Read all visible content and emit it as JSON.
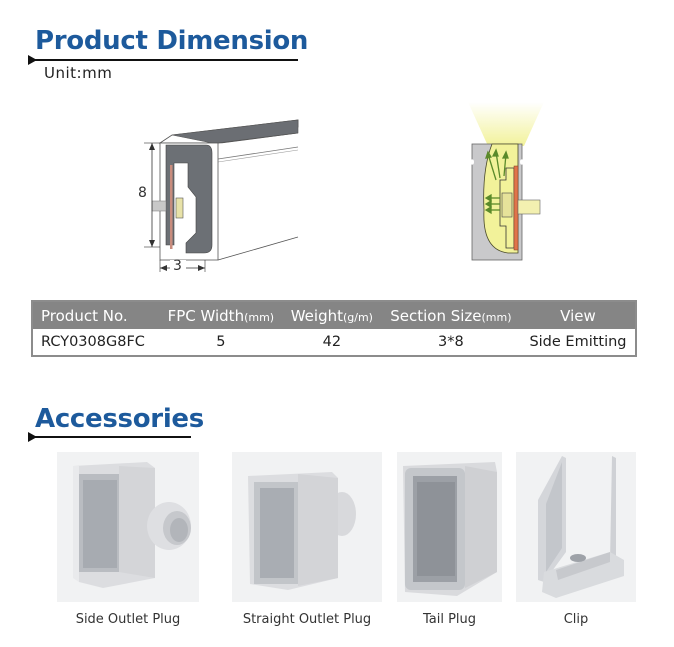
{
  "product_dimension": {
    "title": "Product Dimension",
    "unit": "Unit:mm",
    "dimension_height": "8",
    "dimension_width": "3"
  },
  "spec_table": {
    "headers": [
      {
        "label": "Product No.",
        "unit": ""
      },
      {
        "label": "FPC Width",
        "unit": "(mm)"
      },
      {
        "label": "Weight",
        "unit": "(g/m)"
      },
      {
        "label": "Section Size",
        "unit": "(mm)"
      },
      {
        "label": "View",
        "unit": ""
      }
    ],
    "rows": [
      [
        "RCY0308G8FC",
        "5",
        "42",
        "3*8",
        "Side Emitting"
      ]
    ]
  },
  "accessories": {
    "title": "Accessories",
    "items": [
      {
        "label": "Side Outlet Plug"
      },
      {
        "label": "Straight Outlet Plug"
      },
      {
        "label": "Tail Plug"
      },
      {
        "label": "Clip"
      }
    ]
  },
  "colors": {
    "title_blue": "#1d5a9c",
    "table_header_gray": "#858585",
    "light_yellow": "#f3f3a0",
    "led_orange": "#e0744a"
  }
}
